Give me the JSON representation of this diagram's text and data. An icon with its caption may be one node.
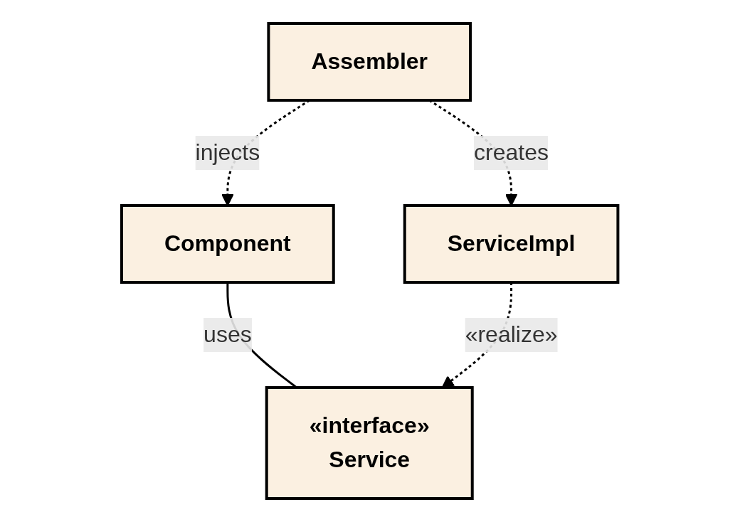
{
  "diagram": {
    "nodes": [
      {
        "text": [
          "Component"
        ]
      },
      {
        "text": [
          "«interface»",
          "Service"
        ]
      },
      {
        "text": [
          "Assembler"
        ]
      },
      {
        "text": [
          "ServiceImpl"
        ]
      }
    ],
    "edges": [
      {
        "from": 0,
        "to": 1,
        "arrow": "none",
        "label": "uses"
      },
      {
        "from": 2,
        "to": 0,
        "arrow": "to",
        "label": "injects",
        "style": "dashed"
      },
      {
        "from": 3,
        "to": 1,
        "arrow": "to",
        "label": "«realize»",
        "style": "dashed"
      },
      {
        "from": 2,
        "to": 3,
        "arrow": "to",
        "label": "creates",
        "style": "dashed"
      }
    ]
  }
}
